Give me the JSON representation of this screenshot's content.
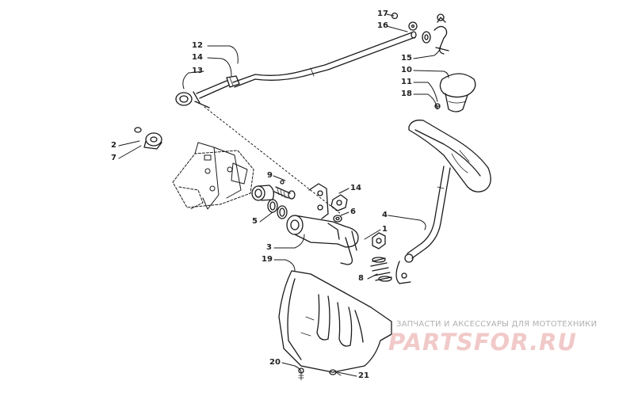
{
  "callouts": {
    "c17": "17",
    "c16": "16",
    "c12": "12",
    "c14a": "14",
    "c13": "13",
    "c15": "15",
    "c10": "10",
    "c11": "11",
    "c18": "18",
    "c2": "2",
    "c7": "7",
    "c9": "9",
    "c14b": "14",
    "c5": "5",
    "c6": "6",
    "c4": "4",
    "c1": "1",
    "c3": "3",
    "c19": "19",
    "c8": "8",
    "c20": "20",
    "c21": "21"
  },
  "watermark": {
    "tagline": "ЗАПЧАСТИ И АКСЕССУАРЫ ДЛЯ МОТОТЕХНИКИ",
    "logo": "PARTSFOR.RU"
  },
  "colors": {
    "line": "#1a1a1a",
    "watermark_text": "#b0b0b0",
    "watermark_logo": "#f1c9c9"
  }
}
